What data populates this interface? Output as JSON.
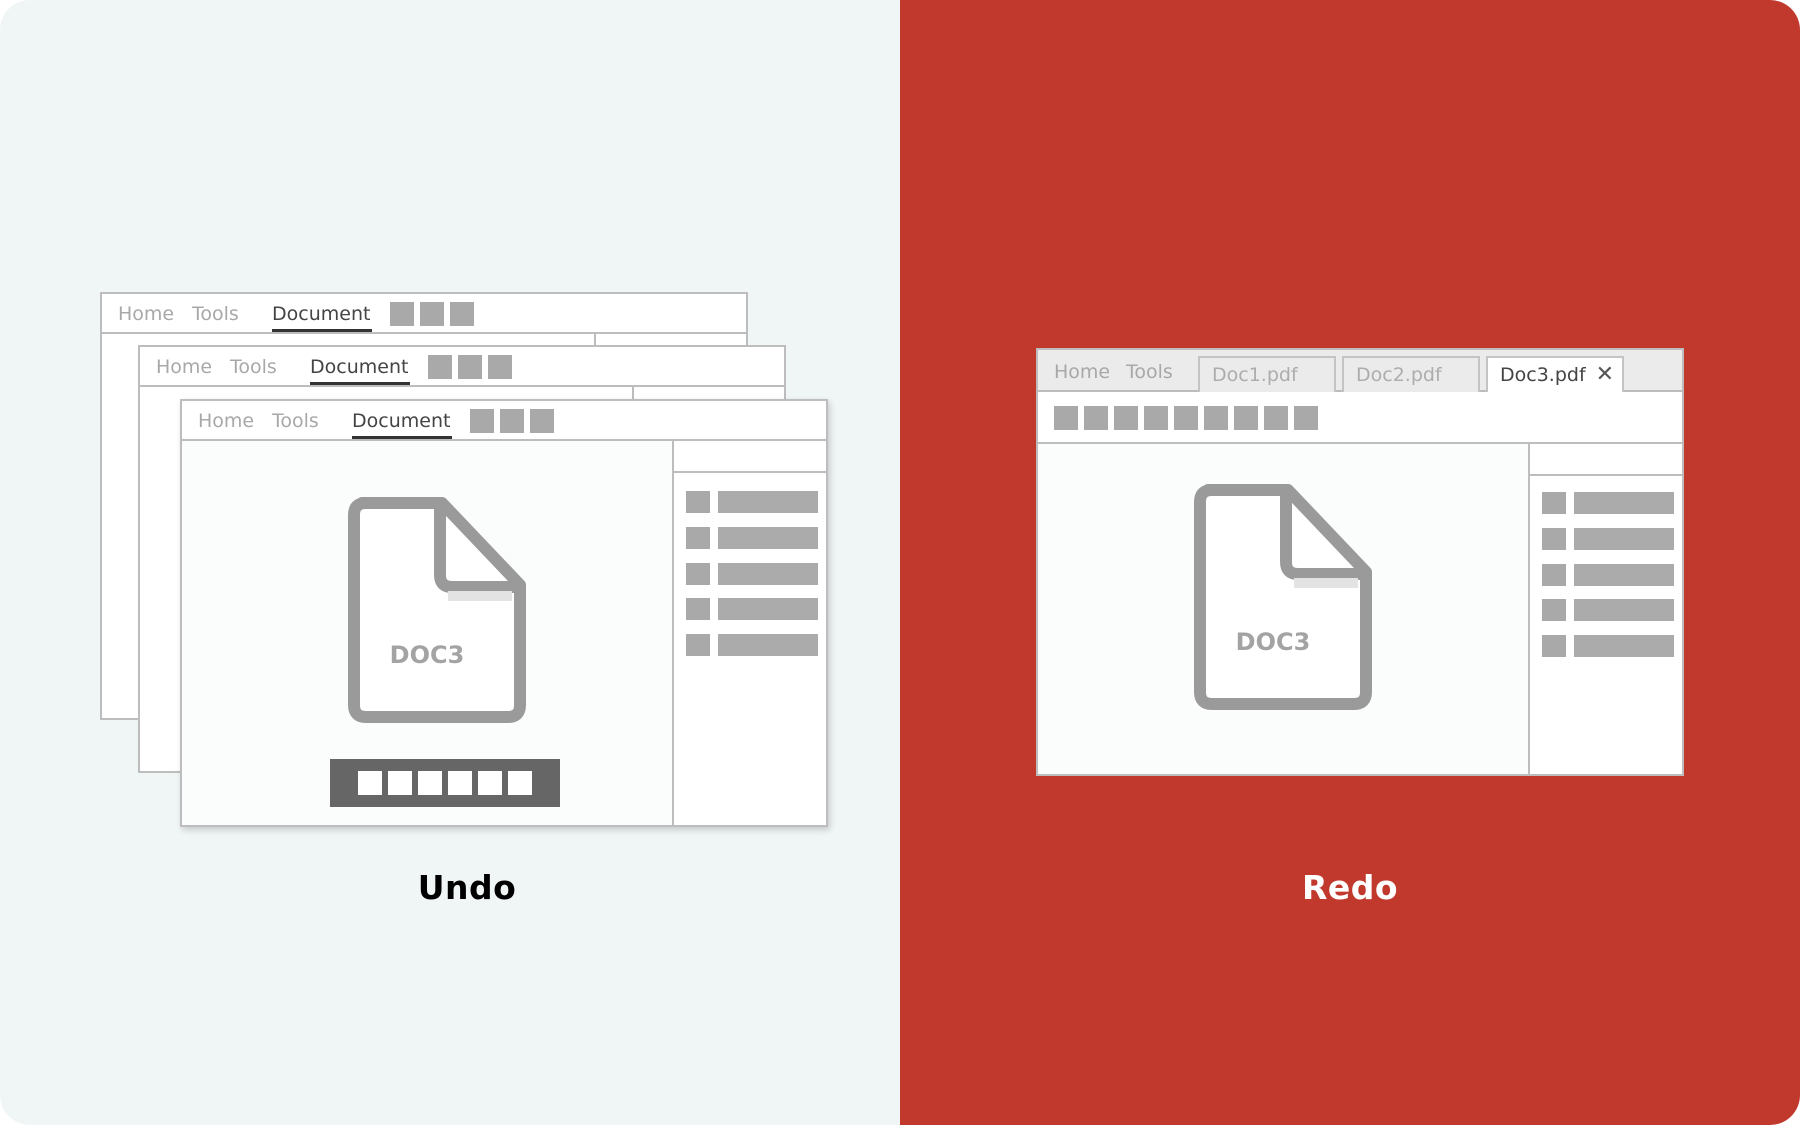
{
  "undo_panel": {
    "caption": "Undo",
    "windows": [
      {
        "menu": [
          "Home",
          "Tools",
          "Document"
        ],
        "active_index": 2
      },
      {
        "menu": [
          "Home",
          "Tools",
          "Document"
        ],
        "active_index": 2
      },
      {
        "menu": [
          "Home",
          "Tools",
          "Document"
        ],
        "active_index": 2,
        "doc_label": "DOC3"
      }
    ]
  },
  "redo_panel": {
    "caption": "Redo",
    "menu": [
      "Home",
      "Tools"
    ],
    "tabs": [
      {
        "label": "Doc1.pdf",
        "active": false
      },
      {
        "label": "Doc2.pdf",
        "active": false
      },
      {
        "label": "Doc3.pdf",
        "active": true
      }
    ],
    "close_glyph": "✕",
    "doc_label": "DOC3"
  },
  "colors": {
    "left_background": "#f0f6f6",
    "right_background": "#c1392d",
    "icon_gray": "#9a9a9a",
    "pager_background": "#666666"
  }
}
